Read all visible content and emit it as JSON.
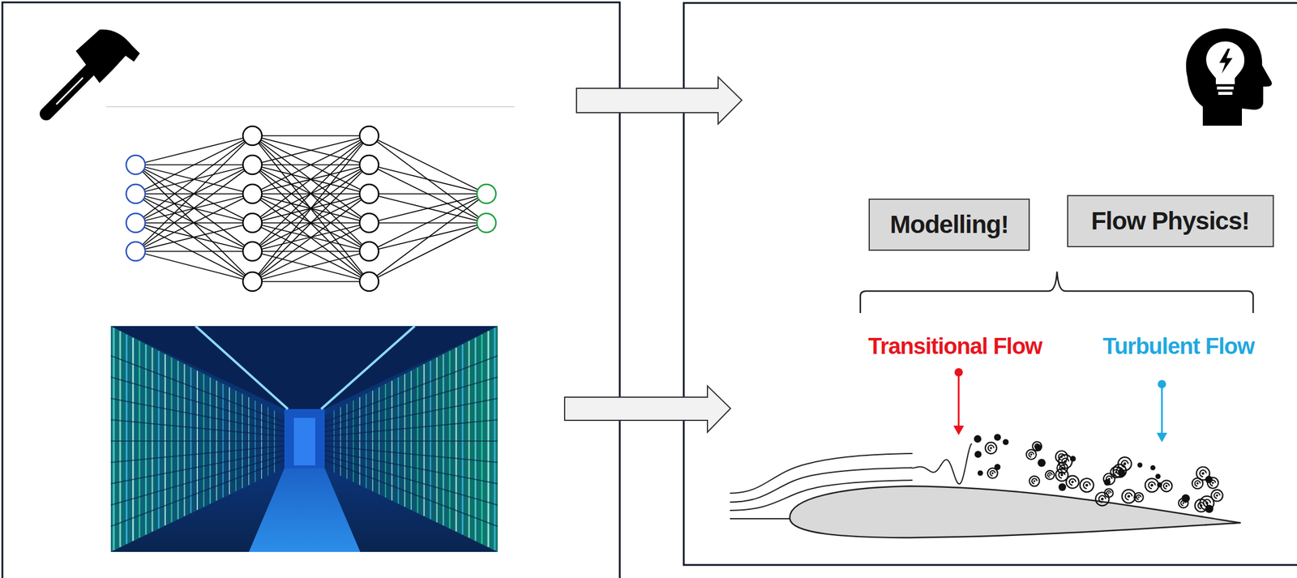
{
  "diagram": {
    "nodes": [
      {
        "text": [
          "Modelling!"
        ]
      },
      {
        "text": [
          "Flow Physics!"
        ]
      }
    ],
    "labels": [
      "Transitional Flow",
      "Turbulent Flow"
    ]
  }
}
